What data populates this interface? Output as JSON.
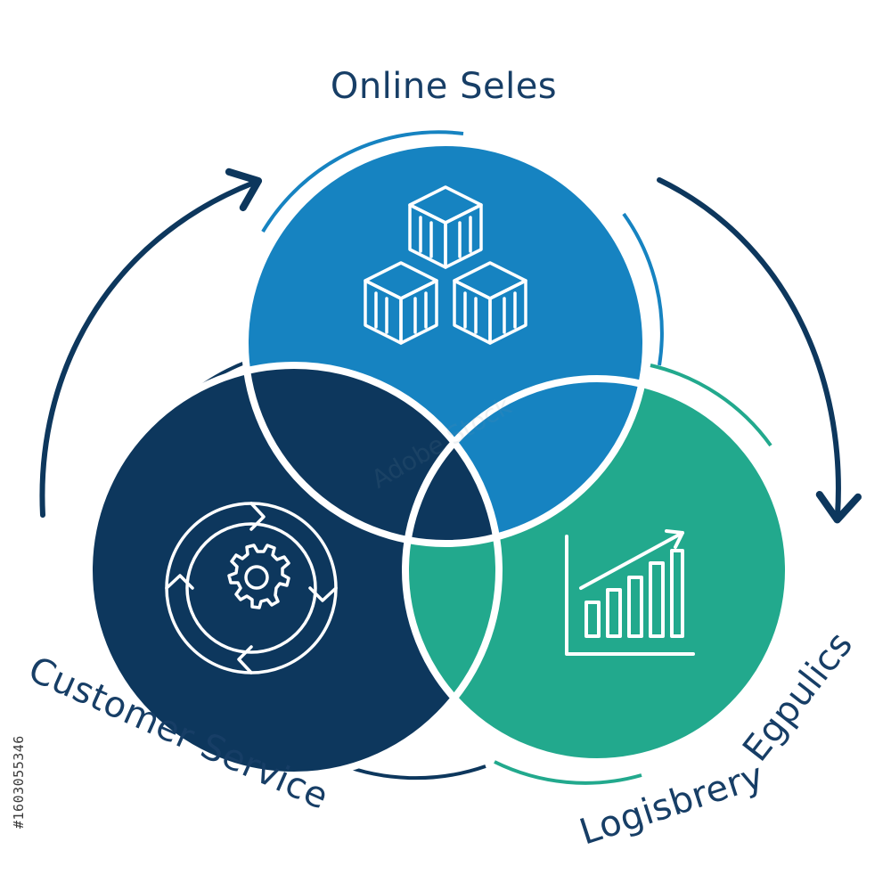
{
  "diagram": {
    "labels": {
      "top": "Online Seles",
      "left": "Customer Service",
      "right_line1": "Logisbrery",
      "right_line2": "Egpulics"
    },
    "watermark": {
      "stock_mark": "Adobe Stock",
      "side_id": "#1603055346"
    },
    "circles": {
      "top": {
        "color": "#1683c1",
        "icon": "boxes-icon"
      },
      "left": {
        "color": "#0d375d",
        "icon": "gear-cycle-icon"
      },
      "right": {
        "color": "#22a98d",
        "icon": "growth-chart-icon"
      }
    },
    "colors": {
      "navy": "#0d375d",
      "blue": "#1683c1",
      "teal": "#22a98d",
      "stroke": "#ffffff",
      "label": "#173e66"
    }
  }
}
